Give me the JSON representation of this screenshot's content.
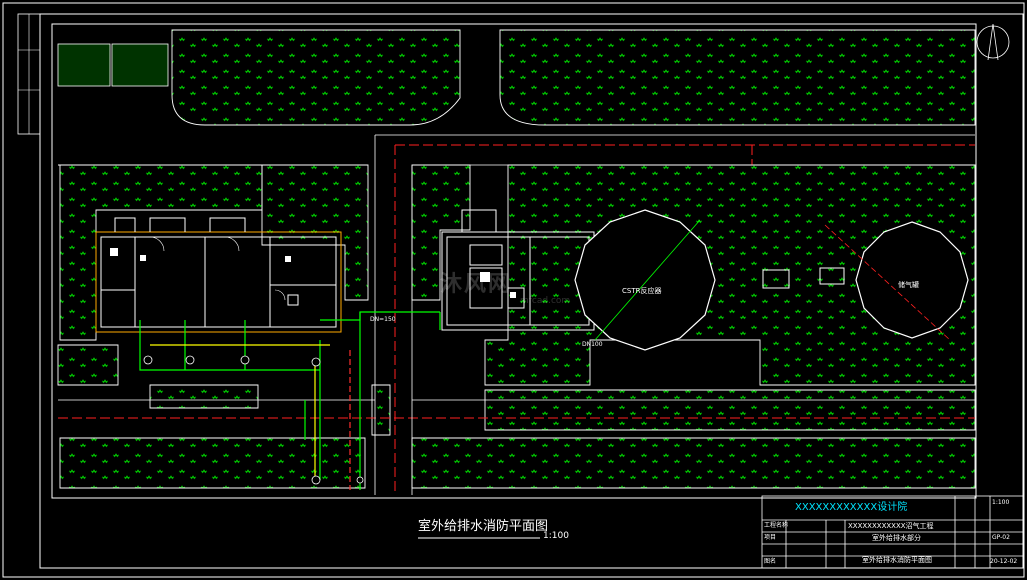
{
  "drawing": {
    "title": "室外给排水消防平面图",
    "scale": "1:100",
    "labels": {
      "tank_left": "CSTR反应器",
      "tank_right": "储气罐",
      "pipe_left": "DN=150",
      "pipe_right": "DN100"
    }
  },
  "title_block": {
    "institute": "XXXXXXXXXXXX设计院",
    "project_name": "XXXXXXXXXXXX沼气工程",
    "sub_project": "室外给排水部分",
    "drawing_name": "室外给排水消防平面图",
    "scale": "1:100",
    "sheet_label": "GP-02",
    "date": "20-12-02",
    "field_labels": [
      "工程名称",
      "项目",
      "图名"
    ]
  },
  "watermark": {
    "text": "沐风网",
    "url": "mfcad.com"
  },
  "colors": {
    "background": "#000000",
    "lines": "#ffffff",
    "pipe": "#00ff00",
    "hatch": "#00ff00",
    "road": "#ff0000",
    "drain": "#ffff00",
    "institute": "#00e5ff"
  }
}
